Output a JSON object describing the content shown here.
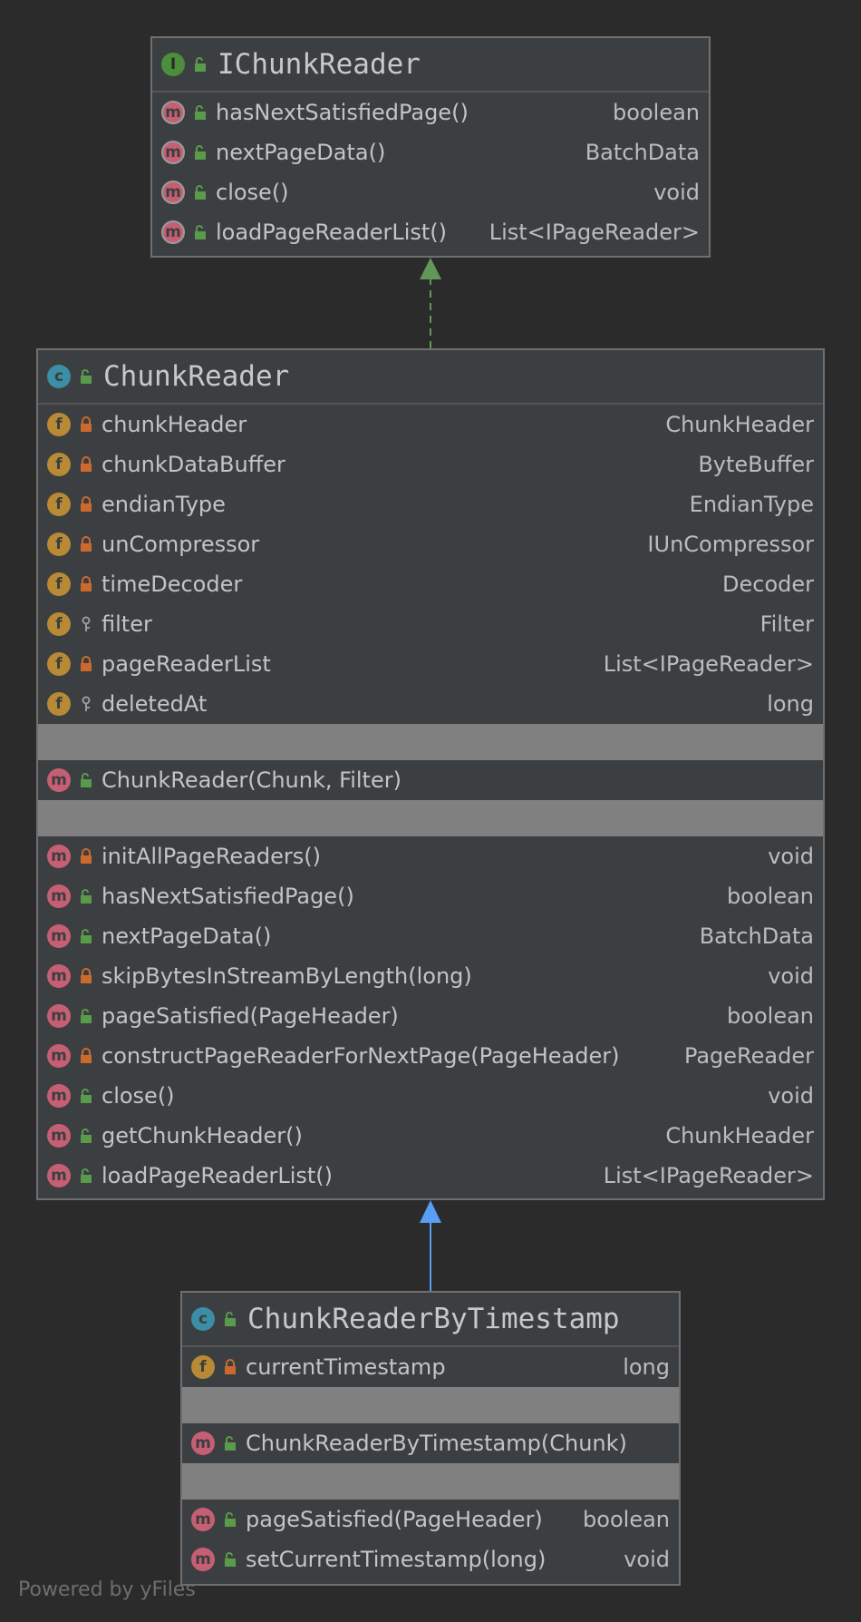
{
  "interface_box": {
    "title": "IChunkReader",
    "methods": [
      {
        "name": "hasNextSatisfiedPage()",
        "type": "boolean"
      },
      {
        "name": "nextPageData()",
        "type": "BatchData"
      },
      {
        "name": "close()",
        "type": "void"
      },
      {
        "name": "loadPageReaderList()",
        "type": "List<IPageReader>"
      }
    ]
  },
  "class_box": {
    "title": "ChunkReader",
    "fields": [
      {
        "name": "chunkHeader",
        "type": "ChunkHeader",
        "visibility": "private"
      },
      {
        "name": "chunkDataBuffer",
        "type": "ByteBuffer",
        "visibility": "private"
      },
      {
        "name": "endianType",
        "type": "EndianType",
        "visibility": "private"
      },
      {
        "name": "unCompressor",
        "type": "IUnCompressor",
        "visibility": "private"
      },
      {
        "name": "timeDecoder",
        "type": "Decoder",
        "visibility": "private"
      },
      {
        "name": "filter",
        "type": "Filter",
        "visibility": "package"
      },
      {
        "name": "pageReaderList",
        "type": "List<IPageReader>",
        "visibility": "private"
      },
      {
        "name": "deletedAt",
        "type": "long",
        "visibility": "package"
      }
    ],
    "constructor": "ChunkReader(Chunk, Filter)",
    "methods": [
      {
        "name": "initAllPageReaders()",
        "type": "void",
        "visibility": "private"
      },
      {
        "name": "hasNextSatisfiedPage()",
        "type": "boolean",
        "visibility": "public"
      },
      {
        "name": "nextPageData()",
        "type": "BatchData",
        "visibility": "public"
      },
      {
        "name": "skipBytesInStreamByLength(long)",
        "type": "void",
        "visibility": "private"
      },
      {
        "name": "pageSatisfied(PageHeader)",
        "type": "boolean",
        "visibility": "public"
      },
      {
        "name": "constructPageReaderForNextPage(PageHeader)",
        "type": "PageReader",
        "visibility": "private"
      },
      {
        "name": "close()",
        "type": "void",
        "visibility": "public"
      },
      {
        "name": "getChunkHeader()",
        "type": "ChunkHeader",
        "visibility": "public"
      },
      {
        "name": "loadPageReaderList()",
        "type": "List<IPageReader>",
        "visibility": "public"
      }
    ]
  },
  "subclass_box": {
    "title": "ChunkReaderByTimestamp",
    "fields": [
      {
        "name": "currentTimestamp",
        "type": "long",
        "visibility": "private"
      }
    ],
    "constructor": "ChunkReaderByTimestamp(Chunk)",
    "methods": [
      {
        "name": "pageSatisfied(PageHeader)",
        "type": "boolean",
        "visibility": "public"
      },
      {
        "name": "setCurrentTimestamp(long)",
        "type": "void",
        "visibility": "public"
      }
    ]
  },
  "icons": {
    "interface": "interface-icon",
    "class": "class-icon",
    "method": "method-icon",
    "field": "field-icon",
    "public": "public-unlock-icon",
    "private": "private-lock-icon",
    "package": "package-key-icon"
  },
  "colors": {
    "background": "#2b2b2b",
    "box": "#3c3f41",
    "separator": "#808080",
    "implements_arrow": "#629755",
    "extends_arrow": "#589df6"
  },
  "footer": "Powered by yFiles"
}
